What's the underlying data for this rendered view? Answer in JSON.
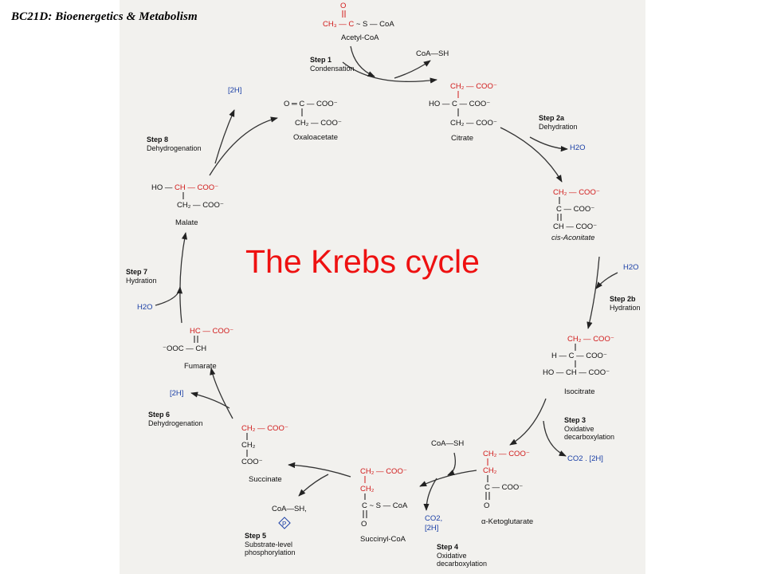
{
  "header": "BC21D: Bioenergetics & Metabolism",
  "title": "The Krebs cycle",
  "molecules": {
    "acetyl_coa": "Acetyl-CoA",
    "oxaloacetate": "Oxaloacetate",
    "citrate": "Citrate",
    "cis_aconitate": "cis-Aconitate",
    "isocitrate": "Isocitrate",
    "ketoglutarate": "α-Ketoglutarate",
    "succinyl_coa": "Succinyl-CoA",
    "succinate": "Succinate",
    "fumarate": "Fumarate",
    "malate": "Malate"
  },
  "steps": {
    "s1": {
      "name": "Step 1",
      "desc": "Condensation"
    },
    "s2a": {
      "name": "Step 2a",
      "desc": "Dehydration"
    },
    "s2b": {
      "name": "Step 2b",
      "desc": "Hydration"
    },
    "s3": {
      "name": "Step 3",
      "desc1": "Oxidative",
      "desc2": "decarboxylation"
    },
    "s4": {
      "name": "Step 4",
      "desc1": "Oxidative",
      "desc2": "decarboxylation"
    },
    "s5": {
      "name": "Step 5",
      "desc1": "Substrate-level",
      "desc2": "phosphorylation"
    },
    "s6": {
      "name": "Step 6",
      "desc": "Dehydrogenation"
    },
    "s7": {
      "name": "Step 7",
      "desc": "Hydration"
    },
    "s8": {
      "name": "Step 8",
      "desc": "Dehydrogenation"
    }
  },
  "side": {
    "coash_out1": "CoA—SH",
    "h2o_2a": "H2O",
    "h2o_2b": "H2O",
    "co2_2h_3": "CO2 . [2H]",
    "coash_in4": "CoA—SH",
    "co2_4": "CO2,",
    "h2_4": "[2H]",
    "coash_5": "CoA—SH,",
    "p_5": "P",
    "h2_6": "[2H]",
    "h2o_7": "H2O",
    "h2_8": "[2H]"
  },
  "colors": {
    "accent": "#ee1111",
    "blue": "#1a3fa6",
    "red": "#d11a1a"
  }
}
